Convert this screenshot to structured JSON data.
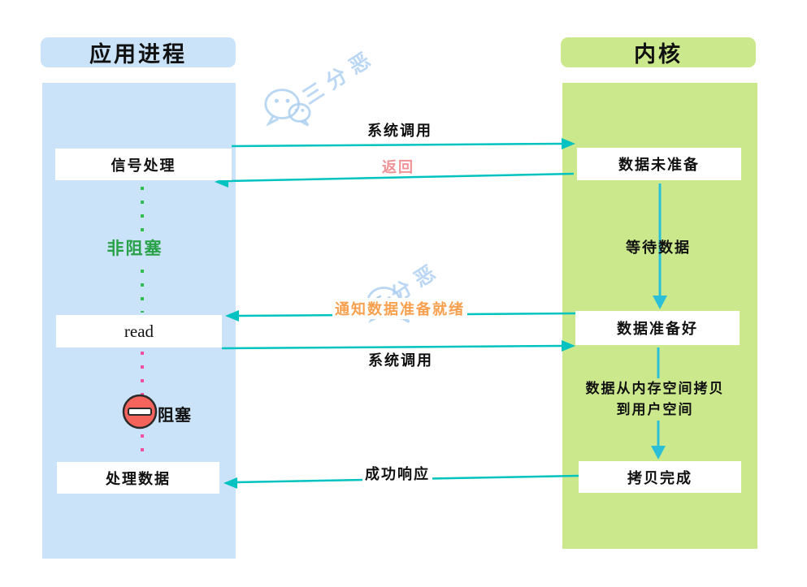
{
  "header": {
    "left": "应用进程",
    "right": "内核"
  },
  "left_column": {
    "boxes": {
      "signal": "信号处理",
      "read": "read",
      "process": "处理数据"
    },
    "states": {
      "nonblocking": "非阻塞",
      "blocking": "阻塞"
    }
  },
  "right_column": {
    "boxes": {
      "not_ready": "数据未准备",
      "ready": "数据准备好",
      "copy_done": "拷贝完成"
    }
  },
  "arrows": {
    "syscall_1": "系统调用",
    "return": "返回",
    "wait_data": "等待数据",
    "notify_ready": "通知数据准备就绪",
    "syscall_2": "系统调用",
    "copy_line1": "数据从内存空间拷贝",
    "copy_line2": "到用户空间",
    "success": "成功响应"
  },
  "watermark": {
    "text": "三分恶",
    "icon": "wechat-icon"
  },
  "colors": {
    "arrow_teal": "#00c2c0",
    "arrow_cyan": "#2abfd6",
    "left_column_fill": "#cbe3f8",
    "right_column_fill": "#cce88d",
    "return_label": "#f09196",
    "notify_label": "#f8a04e",
    "nonblocking_label": "#29a148",
    "nonblocking_dots": "#2fbe4f",
    "blocking_dots": "#f0509e",
    "stop_sign_red": "#f4645c"
  }
}
